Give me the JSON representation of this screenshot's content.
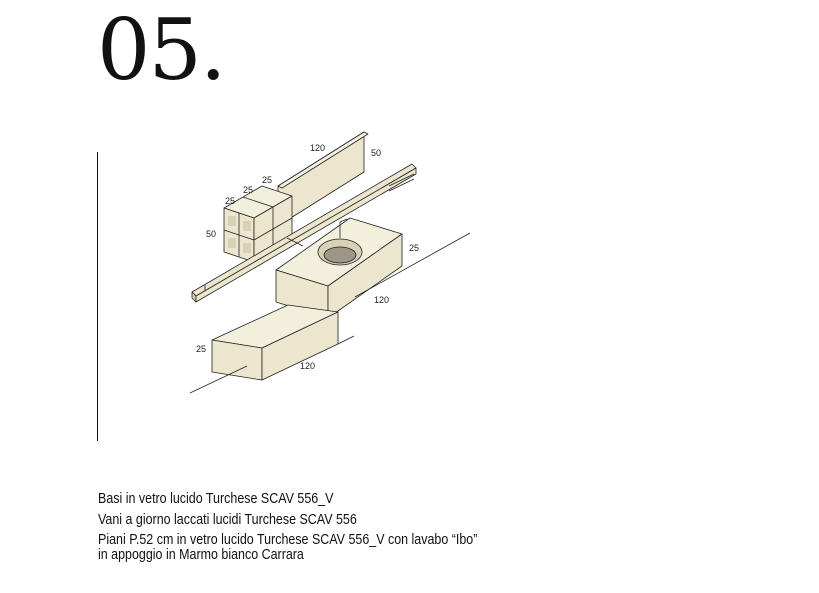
{
  "page": {
    "section_number": "05."
  },
  "drawing": {
    "dimensions": {
      "mirror_width": "120",
      "mirror_height": "50",
      "shelf_depth_1": "25",
      "shelf_depth_2": "25",
      "shelf_depth_3": "25",
      "shelf_height": "50",
      "top_depth": "25",
      "top_width": "120",
      "base_depth": "25",
      "base_width": "120"
    }
  },
  "description": {
    "line1": "Basi in vetro lucido Turchese SCAV 556_V",
    "line2": "Vani a giorno laccati lucidi Turchese SCAV 556",
    "line3": "Piani P.52 cm in vetro lucido Turchese SCAV 556_V con lavabo “Ibo”",
    "line4": "in appoggio in Marmo bianco Carrara"
  },
  "colors": {
    "fill": "#ece6cf",
    "stroke": "#222222"
  }
}
